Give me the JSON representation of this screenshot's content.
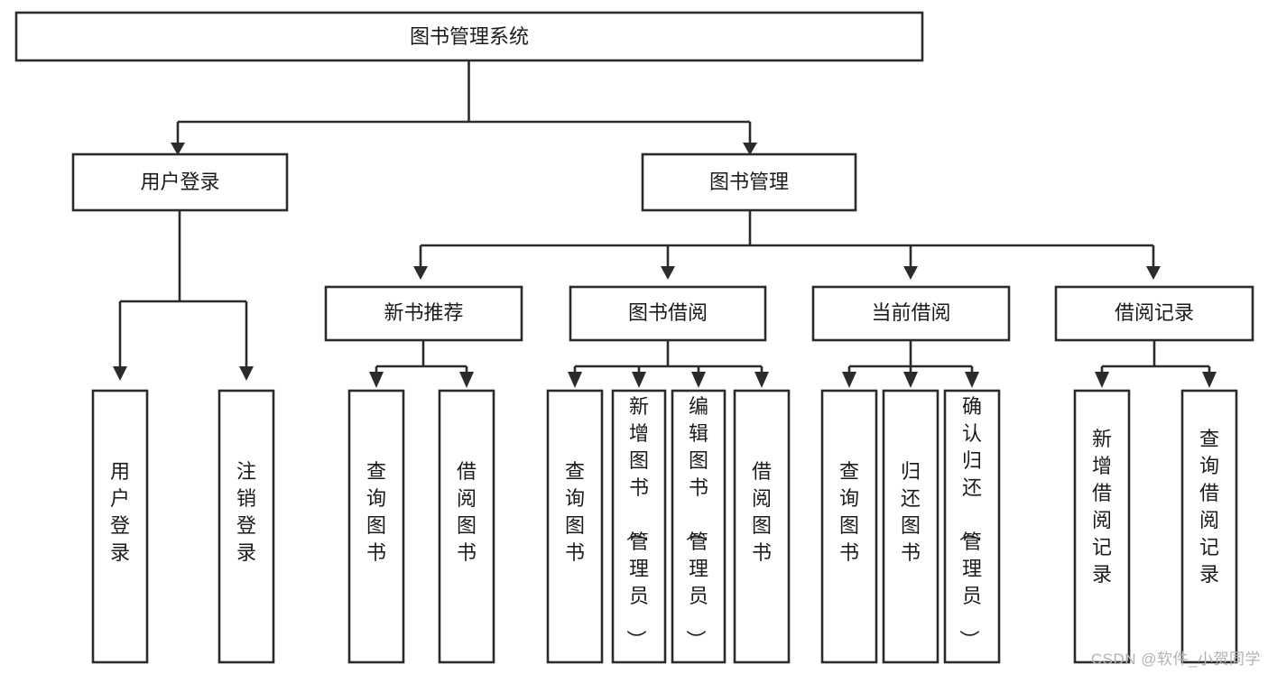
{
  "diagram": {
    "title": "图书管理系统",
    "type": "tree",
    "orientation": "top-down",
    "colors": {
      "box_stroke": "#2b2b2b",
      "box_fill": "#ffffff",
      "connector": "#2b2b2b",
      "label_text": "#1b1b1b",
      "watermark": "#b3b3b3",
      "background": "#ffffff"
    },
    "root": {
      "id": "root",
      "label": "图书管理系统",
      "orientation": "horizontal"
    },
    "level2": [
      {
        "id": "user-login",
        "label": "用户登录",
        "orientation": "horizontal"
      },
      {
        "id": "book-management",
        "label": "图书管理",
        "orientation": "horizontal"
      }
    ],
    "level3": [
      {
        "id": "new-book-recommend",
        "label": "新书推荐",
        "orientation": "horizontal",
        "parent": "book-management"
      },
      {
        "id": "book-borrow",
        "label": "图书借阅",
        "orientation": "horizontal",
        "parent": "book-management"
      },
      {
        "id": "current-borrow",
        "label": "当前借阅",
        "orientation": "horizontal",
        "parent": "book-management"
      },
      {
        "id": "borrow-record",
        "label": "借阅记录",
        "orientation": "horizontal",
        "parent": "book-management"
      }
    ],
    "leaves": [
      {
        "id": "leaf-user-login",
        "label": "用户登录",
        "orientation": "vertical",
        "parent": "user-login"
      },
      {
        "id": "leaf-logout-login",
        "label": "注销登录",
        "orientation": "vertical",
        "parent": "user-login"
      },
      {
        "id": "leaf-query-book-1",
        "label": "查询图书",
        "orientation": "vertical",
        "parent": "new-book-recommend"
      },
      {
        "id": "leaf-borrow-book-1",
        "label": "借阅图书",
        "orientation": "vertical",
        "parent": "new-book-recommend"
      },
      {
        "id": "leaf-query-book-2",
        "label": "查询图书",
        "orientation": "vertical",
        "parent": "book-borrow"
      },
      {
        "id": "leaf-add-book",
        "label": "新增图书（管理员）",
        "orientation": "vertical",
        "parent": "book-borrow"
      },
      {
        "id": "leaf-edit-book",
        "label": "编辑图书（管理员）",
        "orientation": "vertical",
        "parent": "book-borrow"
      },
      {
        "id": "leaf-borrow-book-2",
        "label": "借阅图书",
        "orientation": "vertical",
        "parent": "book-borrow"
      },
      {
        "id": "leaf-query-book-3",
        "label": "查询图书",
        "orientation": "vertical",
        "parent": "current-borrow"
      },
      {
        "id": "leaf-return-book",
        "label": "归还图书",
        "orientation": "vertical",
        "parent": "current-borrow"
      },
      {
        "id": "leaf-confirm-return",
        "label": "确认归还（管理员）",
        "orientation": "vertical",
        "parent": "current-borrow"
      },
      {
        "id": "leaf-add-record",
        "label": "新增借阅记录",
        "orientation": "vertical",
        "parent": "borrow-record"
      },
      {
        "id": "leaf-query-record",
        "label": "查询借阅记录",
        "orientation": "vertical",
        "parent": "borrow-record"
      }
    ],
    "watermark": "CSDN @软件_小贺同学"
  }
}
